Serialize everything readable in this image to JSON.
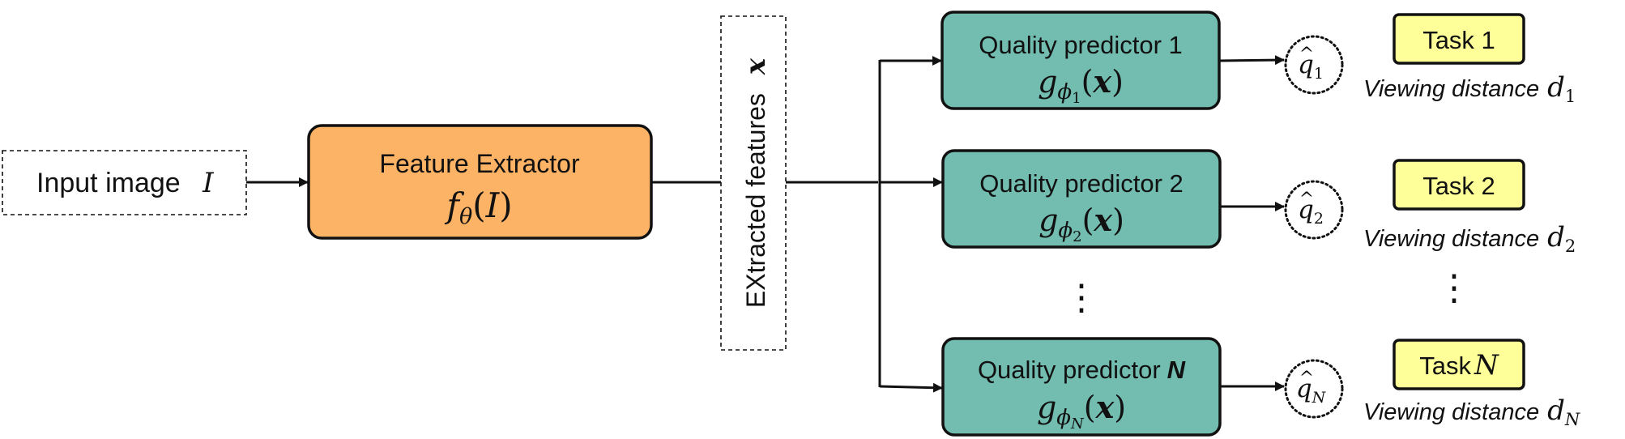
{
  "input_node": {
    "label": "Input image",
    "symbol": "I"
  },
  "extractor": {
    "label": "Feature Extractor",
    "func": "f",
    "sub": "θ",
    "arg": "I"
  },
  "features": {
    "label": "EXtracted features",
    "symbol": "x"
  },
  "predictors": [
    {
      "label": "Quality predictor 1",
      "func": "g",
      "sub1": "ϕ",
      "sub2": "1",
      "arg": "x"
    },
    {
      "label": "Quality predictor 2",
      "func": "g",
      "sub1": "ϕ",
      "sub2": "2",
      "arg": "x"
    },
    {
      "label": "Quality predictor",
      "label_n": "N",
      "func": "g",
      "sub1": "ϕ",
      "sub2": "N",
      "arg": "x"
    }
  ],
  "outputs": [
    {
      "q": "q",
      "hat": "^",
      "sub": "1"
    },
    {
      "q": "q",
      "hat": "^",
      "sub": "2"
    },
    {
      "q": "q",
      "hat": "^",
      "sub": "N"
    }
  ],
  "tasks": [
    {
      "label": "Task 1",
      "distance_label": "Viewing distance",
      "d": "d",
      "d_sub": "1"
    },
    {
      "label": "Task 2",
      "distance_label": "Viewing distance",
      "d": "d",
      "d_sub": "2"
    },
    {
      "label": "Task",
      "label_n": "N",
      "distance_label": "Viewing distance",
      "d": "d",
      "d_sub": "N"
    }
  ],
  "ellipsis": "⋮",
  "colors": {
    "extractor_fill": "#FDB366",
    "predictor_fill": "#72BCB0",
    "task_fill": "#FFFF99",
    "stroke": "#111111"
  }
}
